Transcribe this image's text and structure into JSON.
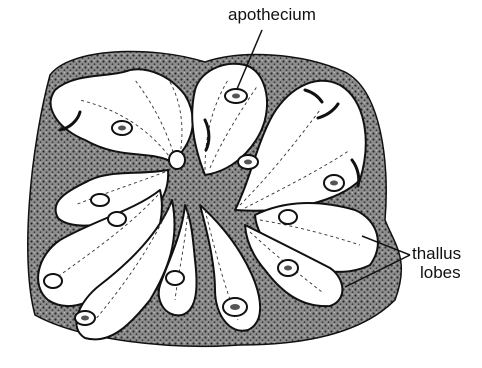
{
  "labels": {
    "apothecium": "apothecium",
    "thallus_line1": "thallus",
    "thallus_line2": "lobes"
  },
  "colors": {
    "ink": "#111111",
    "paper": "#ffffff",
    "background_fill": "#9a9a9a"
  }
}
